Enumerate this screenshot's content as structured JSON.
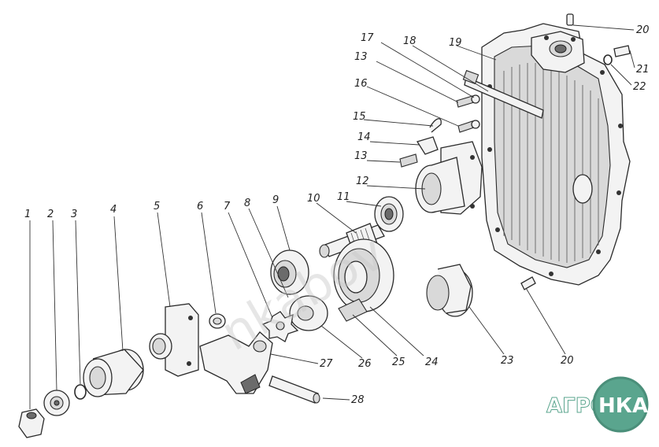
{
  "watermark": {
    "text": "nkabov"
  },
  "logo": {
    "left_text": "АГРО",
    "right_text": "НКА",
    "color": "#5aa58e",
    "ring_color": "#4b8f7a"
  },
  "callouts": [
    {
      "id": "c1",
      "label": "1"
    },
    {
      "id": "c2",
      "label": "2"
    },
    {
      "id": "c3",
      "label": "3"
    },
    {
      "id": "c4",
      "label": "4"
    },
    {
      "id": "c5",
      "label": "5"
    },
    {
      "id": "c6",
      "label": "6"
    },
    {
      "id": "c7",
      "label": "7"
    },
    {
      "id": "c8",
      "label": "8"
    },
    {
      "id": "c9",
      "label": "9"
    },
    {
      "id": "c10",
      "label": "10"
    },
    {
      "id": "c11",
      "label": "11"
    },
    {
      "id": "c12",
      "label": "12"
    },
    {
      "id": "c13a",
      "label": "13"
    },
    {
      "id": "c13b",
      "label": "13"
    },
    {
      "id": "c14",
      "label": "14"
    },
    {
      "id": "c15",
      "label": "15"
    },
    {
      "id": "c16",
      "label": "16"
    },
    {
      "id": "c17",
      "label": "17"
    },
    {
      "id": "c18",
      "label": "18"
    },
    {
      "id": "c19",
      "label": "19"
    },
    {
      "id": "c20a",
      "label": "20"
    },
    {
      "id": "c20b",
      "label": "20"
    },
    {
      "id": "c21",
      "label": "21"
    },
    {
      "id": "c22",
      "label": "22"
    },
    {
      "id": "c23",
      "label": "23"
    },
    {
      "id": "c24",
      "label": "24"
    },
    {
      "id": "c25",
      "label": "25"
    },
    {
      "id": "c26",
      "label": "26"
    },
    {
      "id": "c27",
      "label": "27"
    },
    {
      "id": "c28",
      "label": "28"
    }
  ]
}
